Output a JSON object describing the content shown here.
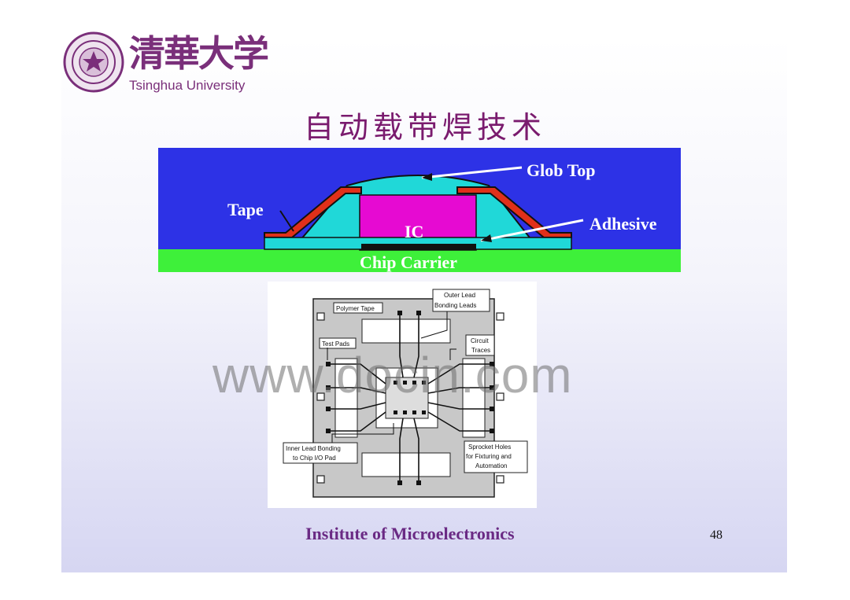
{
  "logo": {
    "cn": "清華大学",
    "en": "Tsinghua University"
  },
  "title": "自动载带焊技术",
  "cross_section": {
    "glob_top": "Glob Top",
    "tape": "Tape",
    "ic": "IC",
    "adhesive": "Adhesive",
    "chip_carrier": "Chip Carrier"
  },
  "tape_layout": {
    "polymer_tape": "Polymer Tape",
    "outer_lead_1": "Outer Lead",
    "outer_lead_2": "Bonding Leads",
    "test_pads": "Test Pads",
    "circuit_1": "Circuit",
    "circuit_2": "Traces",
    "inner_lead_1": "Inner Lead Bonding",
    "inner_lead_2": "to Chip I/O Pad",
    "sprocket_1": "Sprocket Holes",
    "sprocket_2": "for Fixturing and",
    "sprocket_3": "Automation"
  },
  "watermark": "www.docin.com",
  "footer": "Institute of Microelectronics",
  "page_number": "48"
}
